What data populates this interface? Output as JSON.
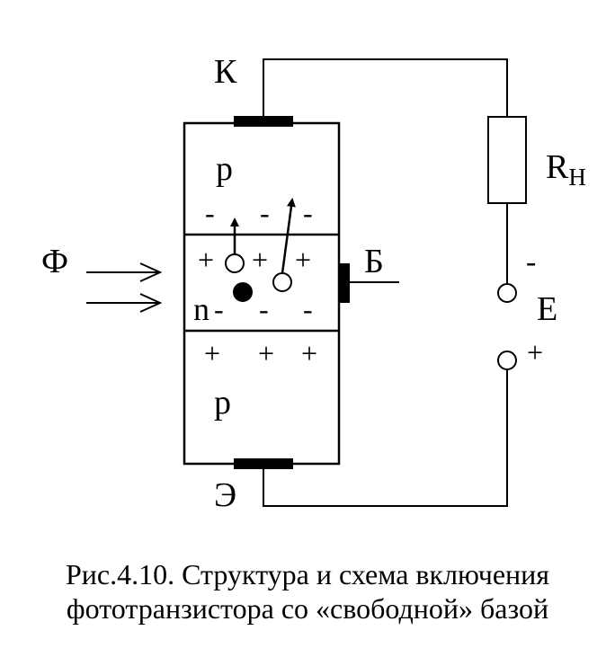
{
  "diagram": {
    "collector_label": "К",
    "emitter_label": "Э",
    "base_label": "Б",
    "flux_label": "Ф",
    "resistor_label": "R",
    "resistor_subscript": "Н",
    "source_label": "Е",
    "source_minus": "-",
    "source_plus": "+",
    "top_region": "p",
    "middle_region": "n",
    "bottom_region": "p",
    "top_junction_charges": [
      "-",
      "-",
      "-"
    ],
    "base_upper_charges": [
      "+",
      "+",
      "+"
    ],
    "base_lower_charges": [
      "-",
      "-",
      "-"
    ],
    "bottom_junction_charges": [
      "+",
      "+",
      "+"
    ]
  },
  "caption": {
    "line1": "Рис.4.10. Структура и схема включения",
    "line2": "фототранзистора со «свободной» базой"
  }
}
